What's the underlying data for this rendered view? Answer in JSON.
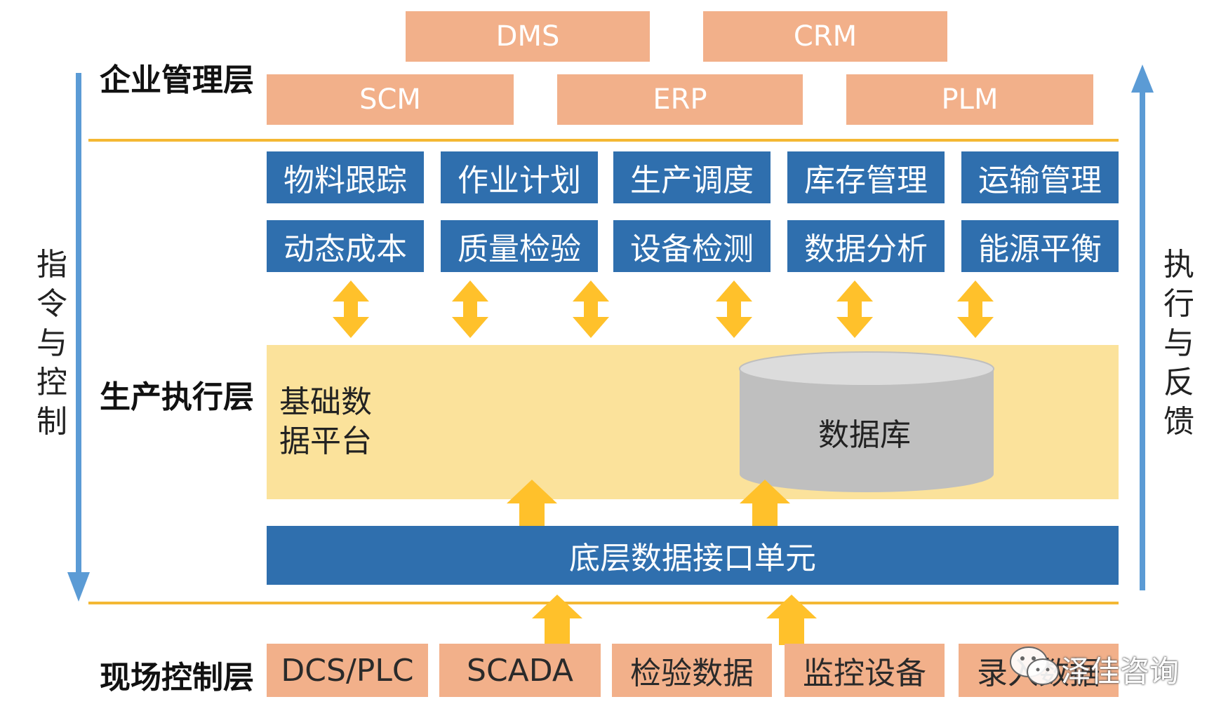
{
  "colors": {
    "orange_box": "#f2b08a",
    "blue_box": "#2f6fae",
    "platform_band": "#fbe29b",
    "separator": "#f4b833",
    "side_arrow": "#5b9bd5",
    "flow_arrow": "#ffc12b",
    "database": "#bfbfbf"
  },
  "layers": {
    "enterprise": "企业管理层",
    "production": "生产执行层",
    "field": "现场控制层"
  },
  "enterprise_systems": {
    "dms": "DMS",
    "crm": "CRM",
    "scm": "SCM",
    "erp": "ERP",
    "plm": "PLM"
  },
  "mes_modules": {
    "row1": [
      "物料跟踪",
      "作业计划",
      "生产调度",
      "库存管理",
      "运输管理"
    ],
    "row2": [
      "动态成本",
      "质量检验",
      "设备检测",
      "数据分析",
      "能源平衡"
    ]
  },
  "platform": {
    "label_line1": "基础数",
    "label_line2": "据平台",
    "database": "数据库"
  },
  "interface_unit": "底层数据接口单元",
  "field_items": [
    "DCS/PLC",
    "SCADA",
    "检验数据",
    "监控设备",
    "录入数据"
  ],
  "side_labels": {
    "left": [
      "指",
      "令",
      "与",
      "控",
      "制"
    ],
    "right": [
      "执",
      "行",
      "与",
      "反",
      "馈"
    ]
  },
  "watermark": {
    "icon": "wechat-icon",
    "text": "泽佳咨询"
  }
}
